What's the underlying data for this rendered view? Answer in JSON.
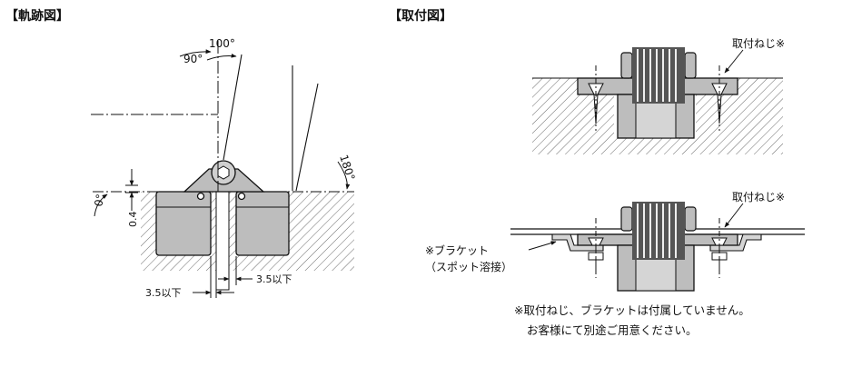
{
  "left_panel": {
    "heading": "【軌跡図】",
    "angles": [
      "90°",
      "100°",
      "180°",
      "0°"
    ],
    "dim_gap": "0.4",
    "dim_left_width": "3.5以下",
    "dim_right_width": "3.5以下"
  },
  "right_panel": {
    "heading": "【取付図】",
    "top_callout": "取付ねじ※",
    "bottom_callout": "取付ねじ※",
    "bracket_line1": "※ブラケット",
    "bracket_line2": "（スポット溶接）",
    "note_line1": "※取付ねじ、ブラケットは付属していません。",
    "note_line2": "お客様にて別途ご用意ください。"
  },
  "colors": {
    "body_fill": "#bdbdbd",
    "line": "#111111",
    "hatch": "#444444"
  }
}
